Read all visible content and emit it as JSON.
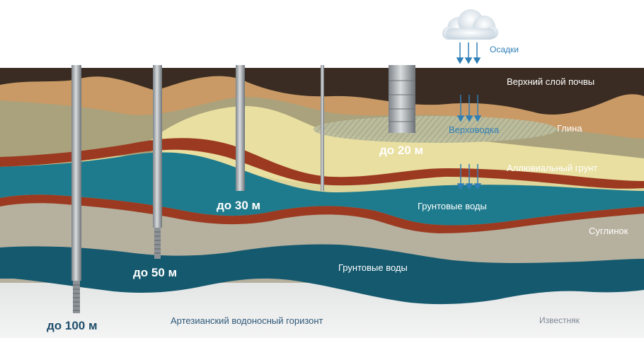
{
  "labels": {
    "precipitation": "Осадки",
    "topsoil": "Верхний слой почвы",
    "clay": "Глина",
    "perched_water": "Верховодка",
    "alluvial": "Аллювиальный грунт",
    "groundwater_upper": "Грунтовые воды",
    "loam": "Суглинок",
    "groundwater_lower": "Грунтовые воды",
    "artesian": "Артезианский водоносный горизонт",
    "limestone": "Известняк"
  },
  "wells": {
    "w20": "до 20 м",
    "w30": "до 30 м",
    "w50": "до 50 м",
    "w100": "до 100 м"
  },
  "colors": {
    "topsoil": "#3a2c22",
    "sand": "#c99a66",
    "clay": "#a9a27d",
    "light_sand": "#e9dfa0",
    "red_clay": "#9b3a20",
    "water": "#1e7b8d",
    "deep_water": "#15596e",
    "loam": "#b6b09e",
    "limestone": "#e6e7e6",
    "label_blue": "#2f7fb6"
  }
}
